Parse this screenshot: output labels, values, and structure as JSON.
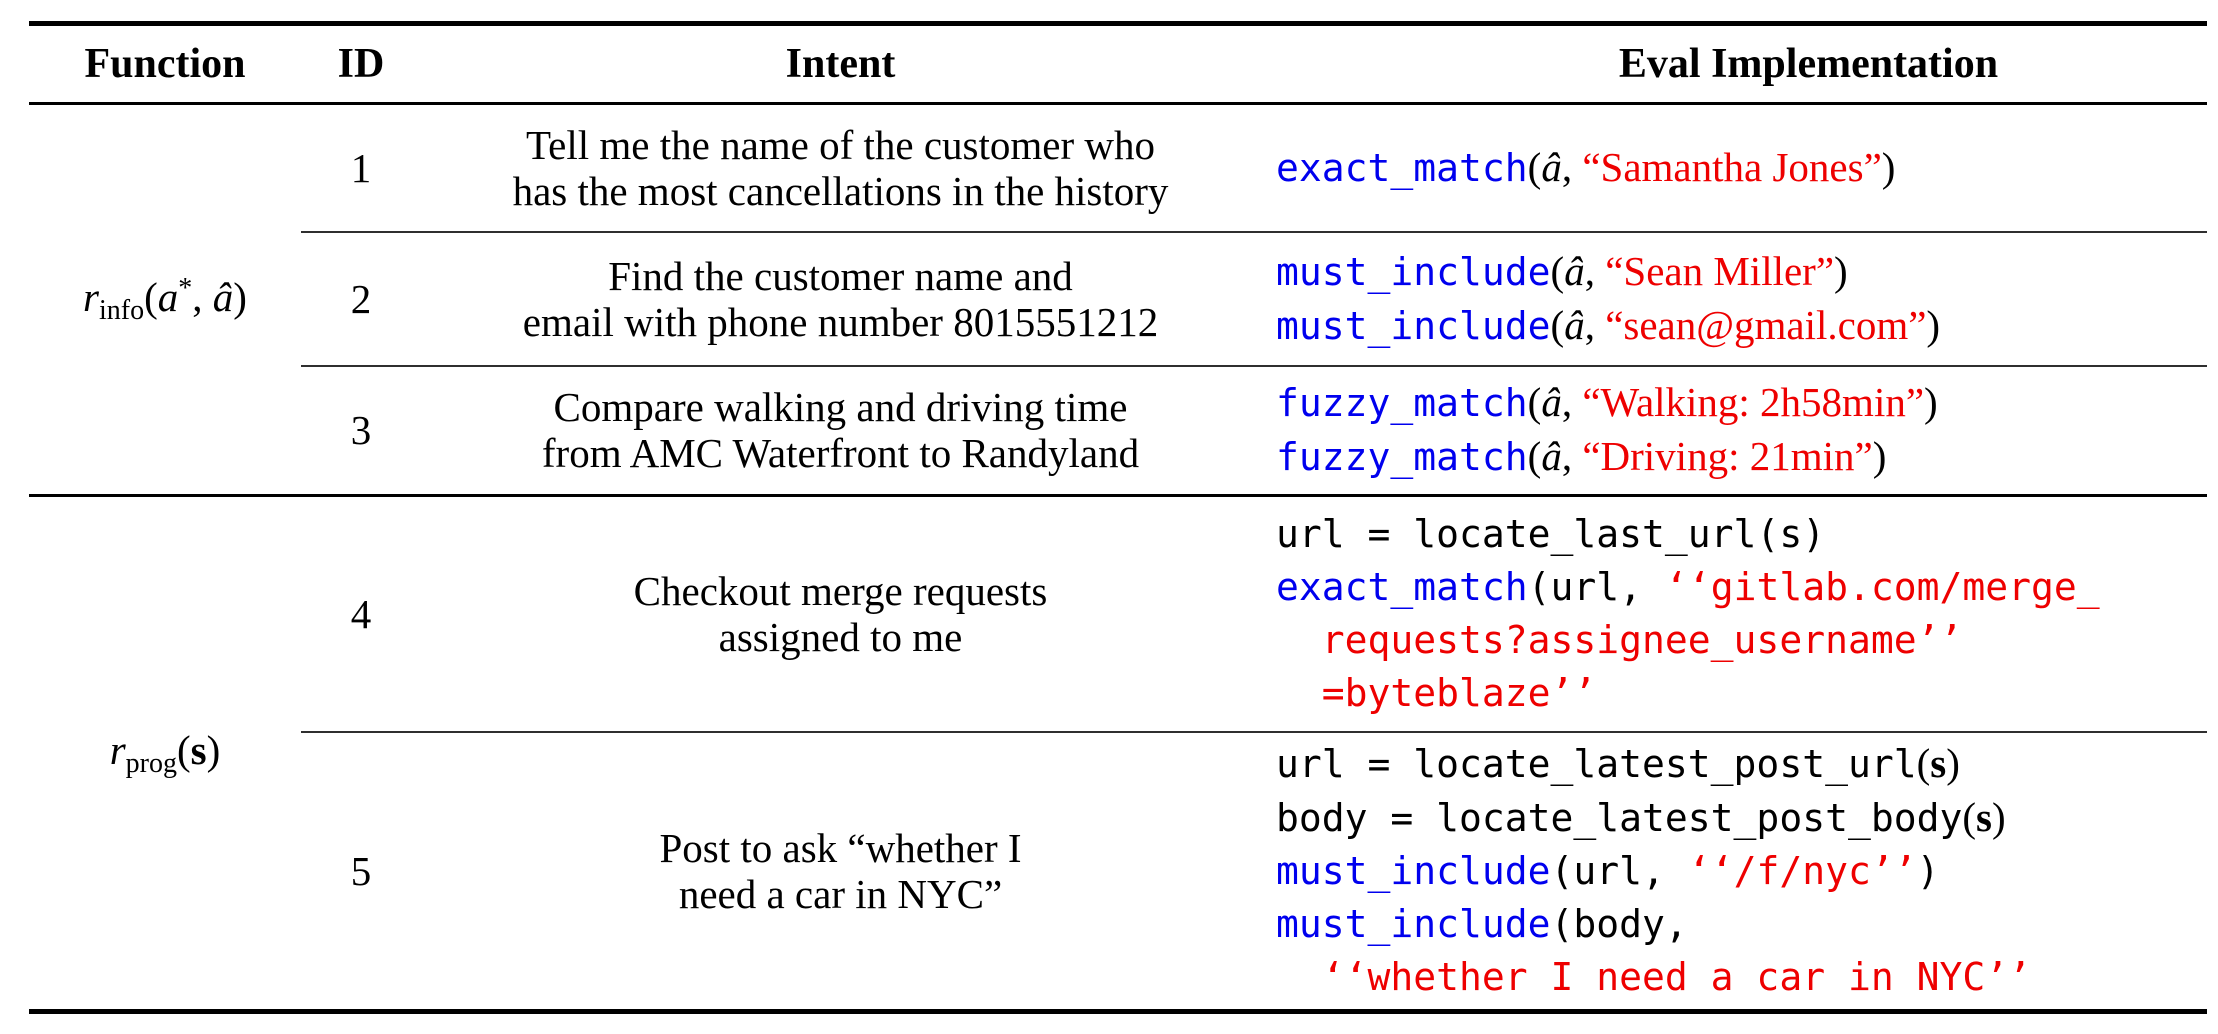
{
  "colors": {
    "code_blue": "#0000ee",
    "code_red": "#ee0000",
    "rule_black": "#000000",
    "cmidrule_gray": "#2f2f2f",
    "background": "#ffffff"
  },
  "table": {
    "headers": {
      "function": "Function",
      "id": "ID",
      "intent": "Intent",
      "eval": "Eval Implementation"
    },
    "groups": [
      {
        "function_label": {
          "text": "r_info(a*, â)",
          "segments": [
            {
              "t": "r",
              "s": "mi"
            },
            {
              "t": "info",
              "s": "sub"
            },
            {
              "t": "(",
              "s": "p"
            },
            {
              "t": "a",
              "s": "mi"
            },
            {
              "t": "*",
              "s": "sup"
            },
            {
              "t": ", ",
              "s": "p"
            },
            {
              "t": "â",
              "s": "mi"
            },
            {
              "t": ")",
              "s": "p"
            }
          ]
        },
        "rows": [
          {
            "id": "1",
            "intent_lines": [
              "Tell me the name of the customer who",
              "has the most cancellations in the history"
            ],
            "eval_lines": [
              [
                {
                  "t": "exact_match",
                  "s": "b"
                },
                {
                  "t": "(",
                  "s": "p"
                },
                {
                  "t": "â",
                  "s": "mi"
                },
                {
                  "t": ", ",
                  "s": "p"
                },
                {
                  "t": "“Samantha Jones”",
                  "s": "rs"
                },
                {
                  "t": ")",
                  "s": "p"
                }
              ]
            ]
          },
          {
            "id": "2",
            "intent_lines": [
              "Find the customer name and",
              "email with phone number 8015551212"
            ],
            "eval_lines": [
              [
                {
                  "t": "must_include",
                  "s": "b"
                },
                {
                  "t": "(",
                  "s": "p"
                },
                {
                  "t": "â",
                  "s": "mi"
                },
                {
                  "t": ", ",
                  "s": "p"
                },
                {
                  "t": "“Sean Miller”",
                  "s": "rs"
                },
                {
                  "t": ")",
                  "s": "p"
                }
              ],
              [
                {
                  "t": "must_include",
                  "s": "b"
                },
                {
                  "t": "(",
                  "s": "p"
                },
                {
                  "t": "â",
                  "s": "mi"
                },
                {
                  "t": ", ",
                  "s": "p"
                },
                {
                  "t": "“sean@gmail.com”",
                  "s": "rs"
                },
                {
                  "t": ")",
                  "s": "p"
                }
              ]
            ]
          },
          {
            "id": "3",
            "intent_lines": [
              "Compare walking and driving time",
              "from AMC Waterfront to Randyland"
            ],
            "eval_lines": [
              [
                {
                  "t": "fuzzy_match",
                  "s": "b"
                },
                {
                  "t": "(",
                  "s": "p"
                },
                {
                  "t": "â",
                  "s": "mi"
                },
                {
                  "t": ", ",
                  "s": "p"
                },
                {
                  "t": "“Walking: 2h58min”",
                  "s": "rs"
                },
                {
                  "t": ")",
                  "s": "p"
                }
              ],
              [
                {
                  "t": "fuzzy_match",
                  "s": "b"
                },
                {
                  "t": "(",
                  "s": "p"
                },
                {
                  "t": "â",
                  "s": "mi"
                },
                {
                  "t": ", ",
                  "s": "p"
                },
                {
                  "t": "“Driving: 21min”",
                  "s": "rs"
                },
                {
                  "t": ")",
                  "s": "p"
                }
              ]
            ]
          }
        ]
      },
      {
        "function_label": {
          "text": "r_prog(s)",
          "segments": [
            {
              "t": "r",
              "s": "mi"
            },
            {
              "t": "prog",
              "s": "sub"
            },
            {
              "t": "(",
              "s": "p"
            },
            {
              "t": "s",
              "s": "mbf"
            },
            {
              "t": ")",
              "s": "p"
            }
          ]
        },
        "rows": [
          {
            "id": "4",
            "intent_lines": [
              "Checkout merge requests",
              "assigned to me"
            ],
            "eval_lines": [
              [
                {
                  "t": "url = locate_last_url(s)",
                  "s": "k"
                }
              ],
              [
                {
                  "t": "exact_match",
                  "s": "b"
                },
                {
                  "t": "(url, ",
                  "s": "k"
                },
                {
                  "t": "‘‘gitlab.com/merge_",
                  "s": "r"
                }
              ],
              [
                {
                  "t": "  requests?assignee_username’’",
                  "s": "r"
                }
              ],
              [
                {
                  "t": "  =byteblaze’’",
                  "s": "r"
                }
              ]
            ]
          },
          {
            "id": "5",
            "intent_lines": [
              "Post to ask “whether I",
              "need a car in NYC”"
            ],
            "eval_lines": [
              [
                {
                  "t": "url = locate_latest_post_url",
                  "s": "k"
                },
                {
                  "t": "(",
                  "s": "p"
                },
                {
                  "t": "s",
                  "s": "mbf"
                },
                {
                  "t": ")",
                  "s": "p"
                }
              ],
              [
                {
                  "t": "body = locate_latest_post_body",
                  "s": "k"
                },
                {
                  "t": "(",
                  "s": "p"
                },
                {
                  "t": "s",
                  "s": "mbf"
                },
                {
                  "t": ")",
                  "s": "p"
                }
              ],
              [
                {
                  "t": "must_include",
                  "s": "b"
                },
                {
                  "t": "(url, ",
                  "s": "k"
                },
                {
                  "t": "‘‘/f/nyc’’",
                  "s": "r"
                },
                {
                  "t": ")",
                  "s": "k"
                }
              ],
              [
                {
                  "t": "must_include",
                  "s": "b"
                },
                {
                  "t": "(body,",
                  "s": "k"
                }
              ],
              [
                {
                  "t": "  ‘‘whether I need a car in NYC’’",
                  "s": "r"
                }
              ]
            ]
          }
        ]
      }
    ]
  }
}
